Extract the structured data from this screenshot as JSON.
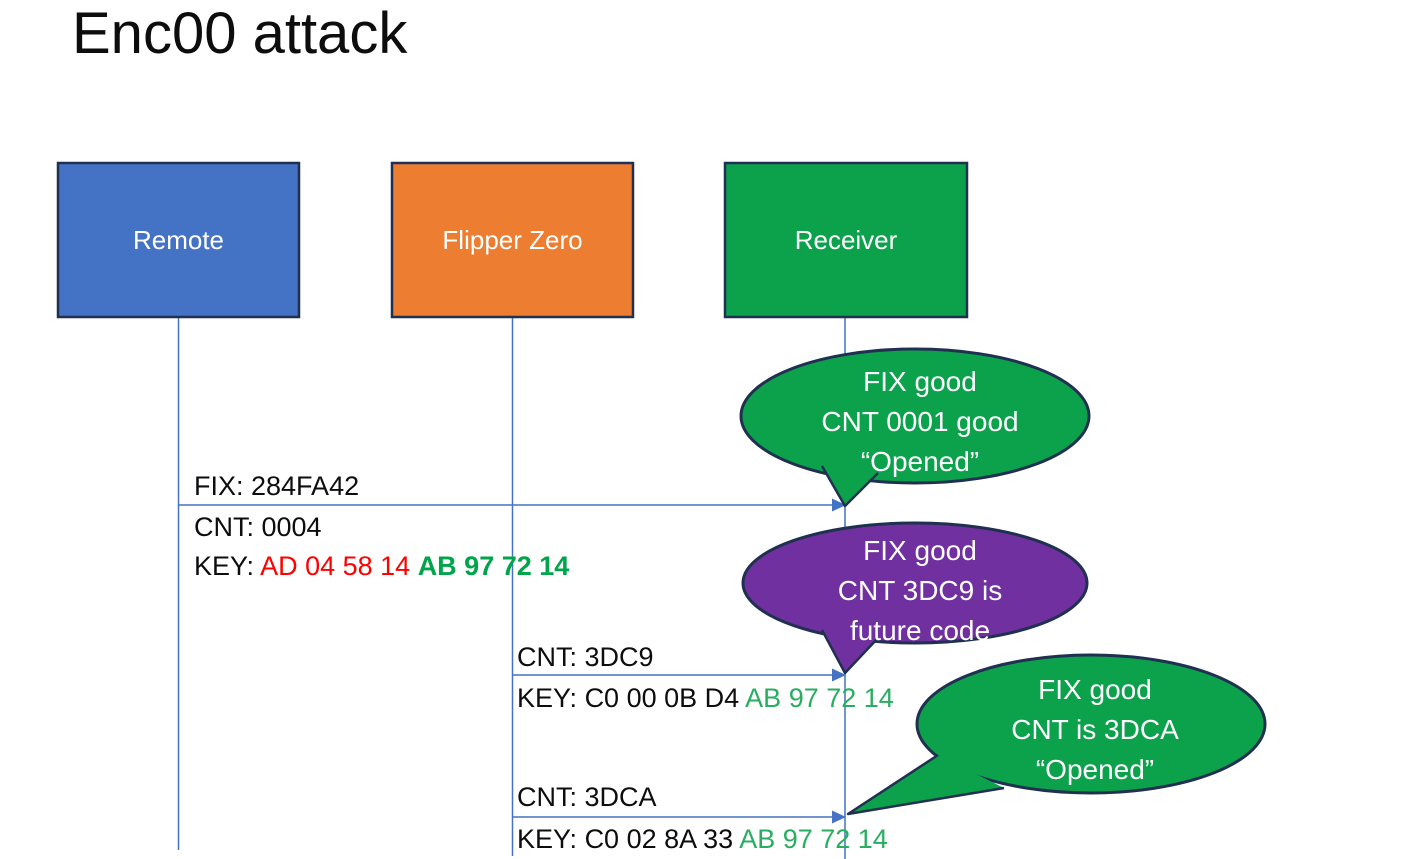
{
  "title": "Enc00 attack",
  "colors": {
    "remote_fill": "#4472C4",
    "flipper_fill": "#ED7D31",
    "receiver_fill": "#0CA24C",
    "callout_green": "#0CA24C",
    "callout_purple": "#7030A0",
    "shape_border": "#1F3050",
    "connector_blue": "#4472C4",
    "key_red": "#FF0000",
    "key_green_bold": "#00A44A",
    "key_green": "#27AE60"
  },
  "actors": [
    {
      "id": "remote",
      "label": "Remote"
    },
    {
      "id": "flipper",
      "label": "Flipper Zero"
    },
    {
      "id": "receiver",
      "label": "Receiver"
    }
  ],
  "messages": [
    {
      "from": "Remote",
      "to": "Receiver",
      "fix": "FIX: 284FA42",
      "cnt": "CNT: 0004",
      "key_label": "KEY:",
      "key_red": "AD 04 58 14",
      "key_green": "AB 97 72 14"
    },
    {
      "from": "Flipper Zero",
      "to": "Receiver",
      "cnt": "CNT: 3DC9",
      "key_label": "KEY:",
      "key_black": "C0 00 0B D4",
      "key_green": "AB 97 72 14"
    },
    {
      "from": "Flipper Zero",
      "to": "Receiver",
      "cnt": "CNT: 3DCA",
      "key_label": "KEY:",
      "key_black": "C0 02 8A 33",
      "key_green": "AB 97 72 14"
    }
  ],
  "callouts": [
    {
      "color": "green",
      "lines": [
        "FIX good",
        "CNT 0001 good",
        "“Opened”"
      ]
    },
    {
      "color": "purple",
      "lines": [
        "FIX good",
        "CNT 3DC9 is",
        "future code"
      ]
    },
    {
      "color": "green",
      "lines": [
        "FIX good",
        "CNT is 3DCA",
        "“Opened”"
      ]
    }
  ]
}
